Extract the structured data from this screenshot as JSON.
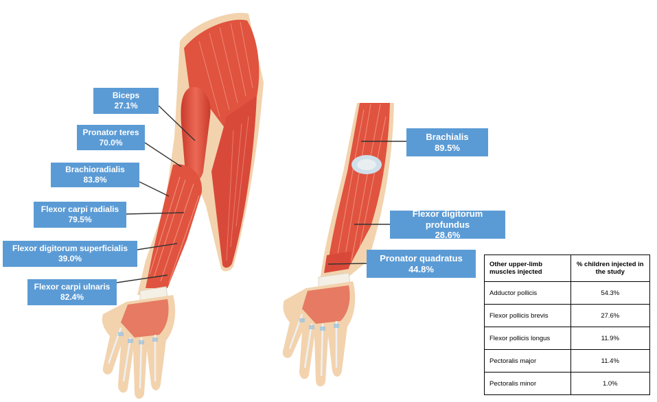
{
  "labels": {
    "biceps": {
      "name": "Biceps",
      "value": "27.1%"
    },
    "pronator_teres": {
      "name": "Pronator teres",
      "value": "70.0%"
    },
    "brachioradialis": {
      "name": "Brachioradialis",
      "value": "83.8%"
    },
    "flexor_carpi_radialis": {
      "name": "Flexor carpi radialis",
      "value": "79.5%"
    },
    "flexor_digitorum_superficialis": {
      "name": "Flexor digitorum superficialis",
      "value": "39.0%"
    },
    "flexor_carpi_ulnaris": {
      "name": "Flexor carpi ulnaris",
      "value": "82.4%"
    },
    "brachialis": {
      "name": "Brachialis",
      "value": "89.5%"
    },
    "flexor_digitorum_profundus": {
      "name": "Flexor digitorum profundus",
      "value": "28.6%"
    },
    "pronator_quadratus": {
      "name": "Pronator quadratus",
      "value": "44.8%"
    }
  },
  "table": {
    "headers": [
      "Other upper-limb muscles injected",
      "% children injected in the study"
    ],
    "rows": [
      {
        "muscle": "Adductor pollicis",
        "pct": "54.3%"
      },
      {
        "muscle": "Flexor pollicis brevis",
        "pct": "27.6%"
      },
      {
        "muscle": "Flexor pollicis longus",
        "pct": "11.9%"
      },
      {
        "muscle": "Pectoralis major",
        "pct": "11.4%"
      },
      {
        "muscle": "Pectoralis minor",
        "pct": "1.0%"
      }
    ]
  },
  "colors": {
    "label_fill": "#5b9bd5",
    "label_text": "#ffffff",
    "muscle": "#e0533f",
    "muscle_light": "#ee8a72",
    "skin": "#f2d3ae",
    "tendon": "#e9e6df",
    "leader_line": "#333333"
  }
}
